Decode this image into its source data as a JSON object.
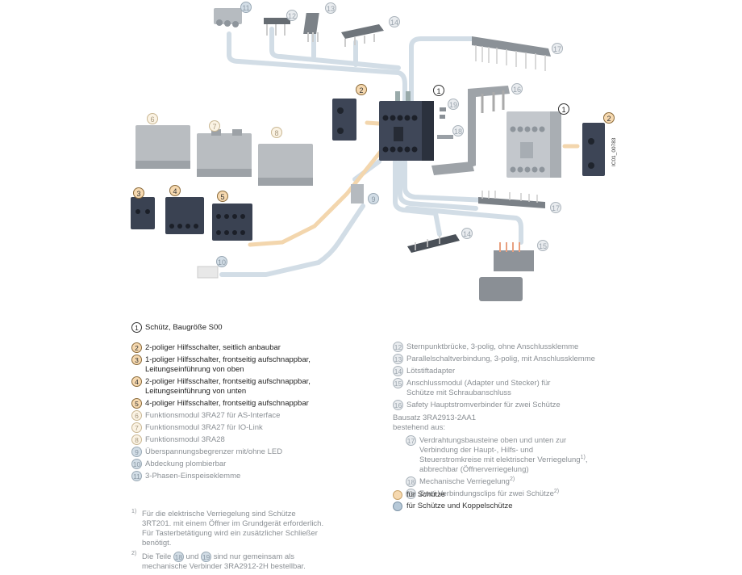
{
  "diagram": {
    "badges": [
      "1",
      "2",
      "3",
      "4",
      "5",
      "6",
      "7",
      "8",
      "9",
      "10",
      "11",
      "12",
      "13",
      "14",
      "15",
      "16",
      "17",
      "18",
      "19"
    ],
    "drawing_code": "IC01_00783",
    "colors": {
      "orange_connector": "#f6d9b0",
      "blue_connector": "#d2dde6",
      "device_dark": "#3a4150",
      "device_light": "#b8bcc0"
    }
  },
  "legend_left": [
    {
      "num": "1",
      "text": "Schütz, Baugröße S00",
      "style": "wht"
    },
    {
      "num": "2",
      "text": "2-poliger Hilfsschalter, seitlich anbaubar",
      "style": "ora"
    },
    {
      "num": "3",
      "text": "1-poliger Hilfsschalter, frontseitig aufschnappbar, Leitungseinführung von oben",
      "style": "ora"
    },
    {
      "num": "4",
      "text": "2-poliger Hilfsschalter, frontseitig aufschnappbar, Leitungseinführung von unten",
      "style": "ora"
    },
    {
      "num": "5",
      "text": "4-poliger Hilfsschalter, frontseitig aufschnappbar",
      "style": "ora"
    },
    {
      "num": "6",
      "text": "Funktionsmodul 3RA27 für AS-Interface",
      "style": "beige"
    },
    {
      "num": "7",
      "text": "Funktionsmodul 3RA27 für IO-Link",
      "style": "beige"
    },
    {
      "num": "8",
      "text": "Funktionsmodul 3RA28",
      "style": "beige"
    },
    {
      "num": "9",
      "text": "Überspannungsbegrenzer mit/ohne LED",
      "style": "blu"
    },
    {
      "num": "10",
      "text": "Abdeckung plombierbar",
      "style": "blu"
    },
    {
      "num": "11",
      "text": "3-Phasen-Einspeiseklemme",
      "style": "blu"
    }
  ],
  "legend_right": [
    {
      "num": "12",
      "text": "Sternpunktbrücke, 3-polig, ohne Anschlussklemme"
    },
    {
      "num": "13",
      "text": "Parallelschaltverbindung, 3-polig, mit Anschlussklemme"
    },
    {
      "num": "14",
      "text": "Lötstiftadapter"
    },
    {
      "num": "15",
      "text": "Anschlussmodul (Adapter und Stecker) für Schütze mit Schraubanschluss"
    },
    {
      "num": "16",
      "text": "Safety Hauptstromverbinder für zwei Schütze"
    }
  ],
  "kit": {
    "title_line1": "Bausatz 3RA2913-2AA1",
    "title_line2": "bestehend aus:",
    "items": [
      {
        "num": "17",
        "text": "Verdrahtungsbausteine oben und unten zur Verbindung der Haupt-, Hilfs- und Steuerstromkreise mit elektrischer Verriegelung",
        "sup": "1)",
        "after": ", abbrechbar (Öffnerverriegelung)"
      },
      {
        "num": "18",
        "text": "Mechanische Verriegelung",
        "sup": "2)",
        "after": ""
      },
      {
        "num": "19",
        "text": "Zwei Verbindungsclips für zwei Schütze",
        "sup": "2)",
        "after": ""
      }
    ]
  },
  "color_key": [
    {
      "label": "für Schütze",
      "color": "#f6d9b0",
      "border": "#c9a36a"
    },
    {
      "label": "für Schütze und Koppelschütze",
      "color": "#b7c9d8",
      "border": "#7d93a6"
    }
  ],
  "footnotes": {
    "fn1_mark": "1)",
    "fn1_text": "Für die elektrische Verriegelung sind Schütze 3RT201. mit einem Öffner im Grundgerät erforderlich. Für Tasterbetätigung wird ein zusätzlicher Schließer benötigt.",
    "fn2_mark": "2)",
    "fn2_pre": "Die Teile",
    "fn2_ref1": "18",
    "fn2_mid": "und",
    "fn2_ref2": "19",
    "fn2_post": "sind nur gemeinsam als mechanische Verbinder 3RA2912-2H bestellbar."
  }
}
